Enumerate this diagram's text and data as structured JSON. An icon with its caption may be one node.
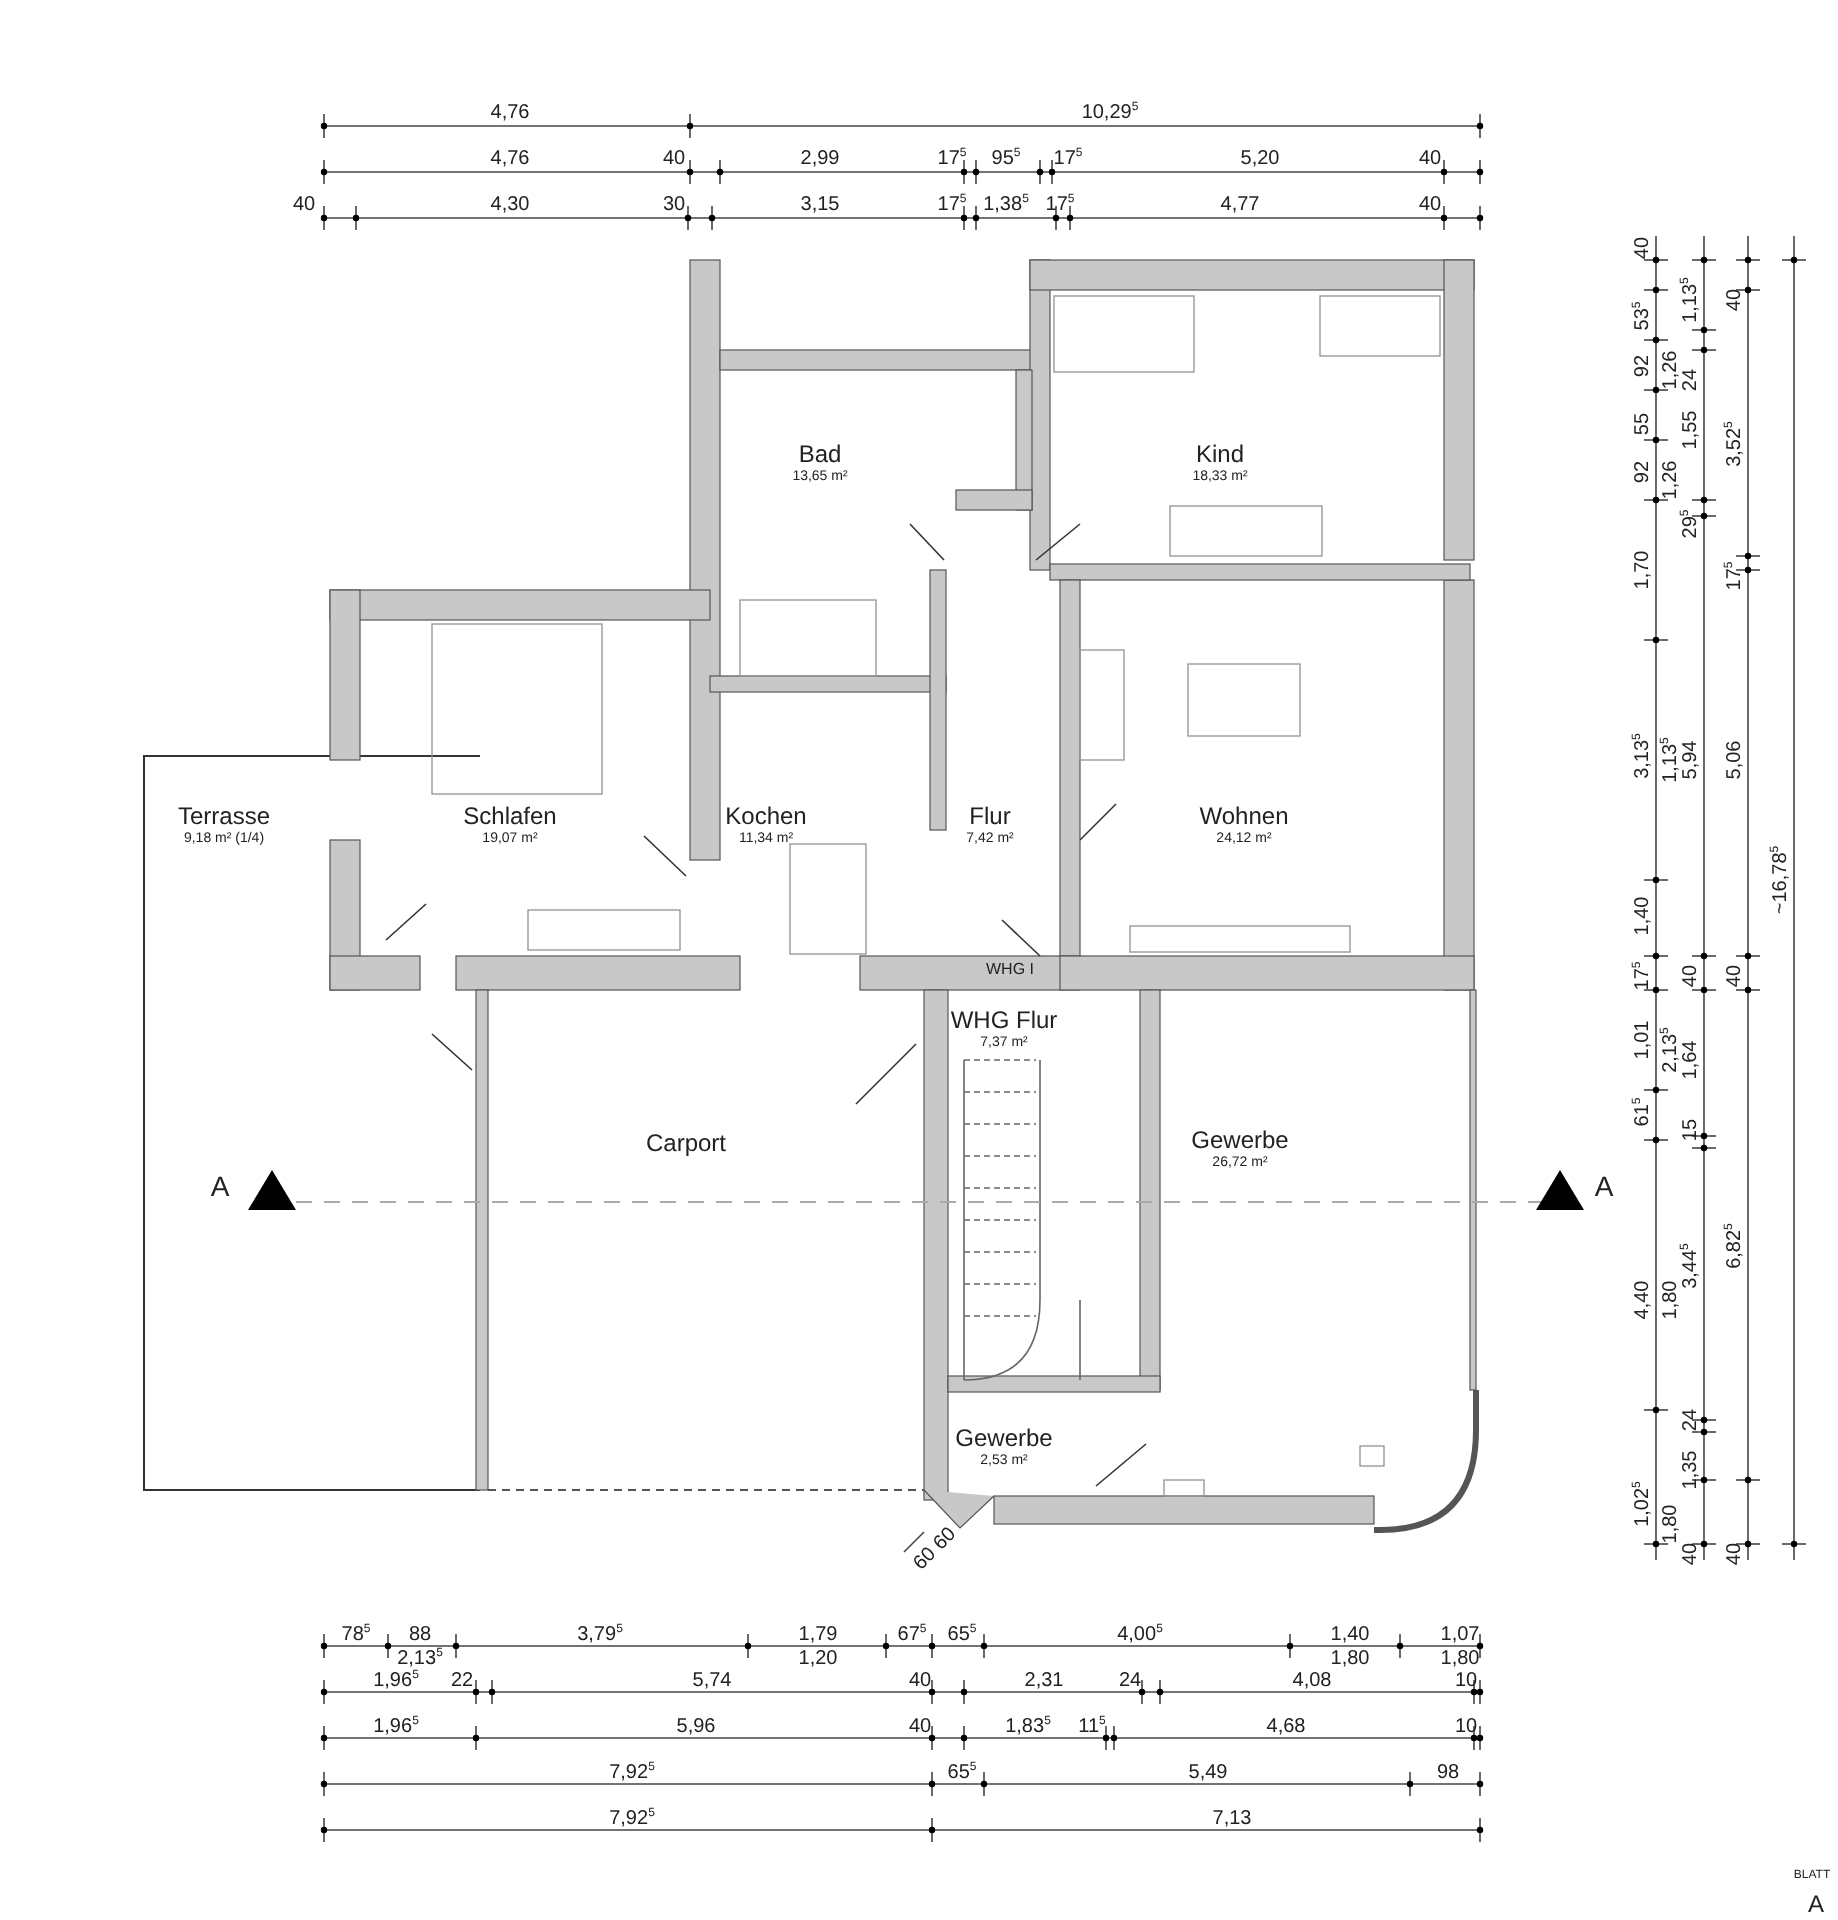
{
  "diagram": {
    "nodes": [
      {
        "text": [
          "Bad",
          "13,65 m²"
        ]
      },
      {
        "text": [
          "Kind",
          "18,33 m²"
        ]
      },
      {
        "text": [
          "Terrasse",
          "9,18 m² (1/4)"
        ]
      },
      {
        "text": [
          "Schlafen",
          "19,07 m²"
        ]
      },
      {
        "text": [
          "Kochen",
          "11,34 m²"
        ]
      },
      {
        "text": [
          "Flur",
          "7,42 m²"
        ]
      },
      {
        "text": [
          "Wohnen",
          "24,12 m²"
        ]
      },
      {
        "text": [
          "WHG Flur",
          "7,37 m²"
        ]
      },
      {
        "text": [
          "Carport"
        ]
      },
      {
        "text": [
          "Gewerbe",
          "26,72 m²"
        ]
      },
      {
        "text": [
          "Gewerbe",
          "2,53 m²"
        ]
      }
    ],
    "edges": [],
    "labels": [
      "4,76",
      "10,29$^{5}$",
      "4,76",
      "40",
      "2,99",
      "17$^{5}$",
      "95$^{5}$",
      "17$^{5}$",
      "5,20",
      "40",
      "40",
      "4,30",
      "30",
      "3,15",
      "17$^{5}$",
      "1,38$^{5}$",
      "17$^{5}$",
      "4,77",
      "40",
      "40",
      "53$^{5}$",
      "92",
      "55",
      "92",
      "1,70",
      "3,13$^{5}$",
      "1,40",
      "17$^{5}$",
      "1,01",
      "61$^{5}$",
      "4,40",
      "1,02$^{5}$",
      "1,26",
      "1,26",
      "1,13$^{5}$",
      "2,13$^{5}$",
      "1,80",
      "1,80",
      "1,13$^{5}$",
      "24",
      "1,55",
      "29$^{5}$",
      "5,94",
      "40",
      "1,64",
      "15",
      "3,44$^{5}$",
      "24",
      "1,35",
      "40",
      "40",
      "3,52$^{5}$",
      "17$^{5}$",
      "5,06",
      "40",
      "6,82$^{5}$",
      "40",
      "~16,78$^{5}$",
      "A",
      "WHG I",
      "A",
      "60",
      "60",
      "78$^{5}$",
      "88",
      "3,79$^{5}$",
      "1,79",
      "67$^{5}$",
      "65$^{5}$",
      "4,00$^{5}$",
      "1,40",
      "1,07",
      "2,13$^{5}$",
      "1,20",
      "1,80",
      "1,80",
      "1,96$^{5}$",
      "22",
      "5,74",
      "40",
      "2,31",
      "24",
      "4,08",
      "10",
      "1,96$^{5}$",
      "5,96",
      "40",
      "1,83$^{5}$",
      "11$^{5}$",
      "4,68",
      "10",
      "7,92$^{5}$",
      "65$^{5}$",
      "5,49",
      "98",
      "7,92$^{5}$",
      "7,13",
      "BLATT",
      "A"
    ]
  }
}
